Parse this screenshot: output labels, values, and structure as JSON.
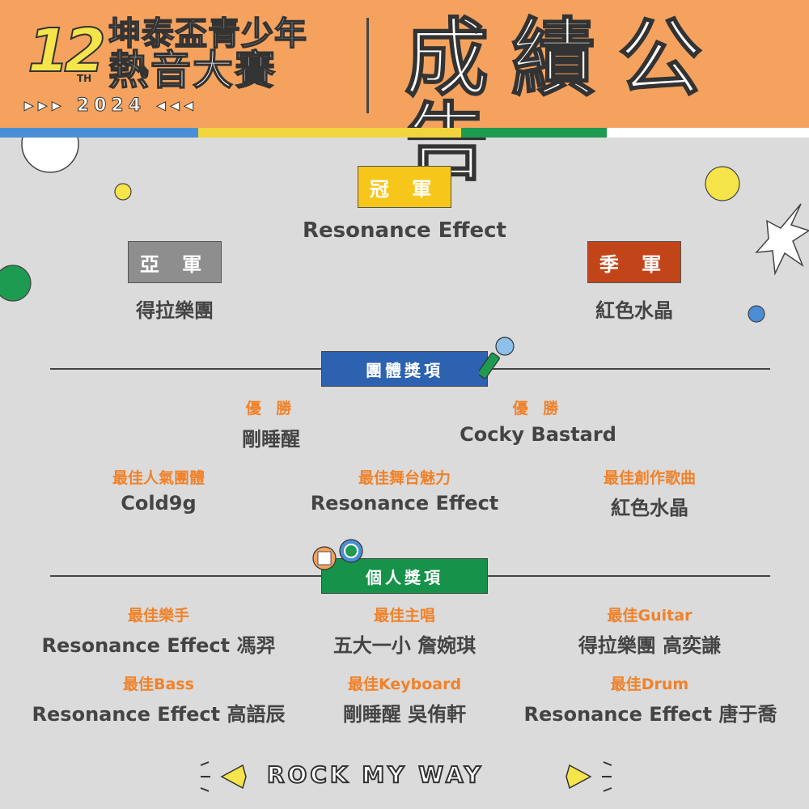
{
  "header": {
    "logo_number": "12",
    "logo_suffix": "TH",
    "logo_line1": "坤泰盃青少年",
    "logo_line2": "熱音大賽",
    "logo_year": "▸▸▸ 2024 ◂◂◂",
    "title": "成績公告"
  },
  "podium": {
    "champion": {
      "label": "冠 軍",
      "name": "Resonance Effect"
    },
    "runner_up": {
      "label": "亞 軍",
      "name": "得拉樂團"
    },
    "third": {
      "label": "季 軍",
      "name": "紅色水晶"
    }
  },
  "group_awards": {
    "section_label": "團體獎項",
    "merit": [
      {
        "label": "優 勝",
        "name": "剛睡醒"
      },
      {
        "label": "優 勝",
        "name": "Cocky Bastard"
      }
    ],
    "items": [
      {
        "label": "最佳人氣團體",
        "name": "Cold9g"
      },
      {
        "label": "最佳舞台魅力",
        "name": "Resonance Effect"
      },
      {
        "label": "最佳創作歌曲",
        "name": "紅色水晶"
      }
    ]
  },
  "individual_awards": {
    "section_label": "個人獎項",
    "items": [
      {
        "label": "最佳樂手",
        "name": "Resonance Effect 馮羿"
      },
      {
        "label": "最佳主唱",
        "name": "五大一小 詹婉琪"
      },
      {
        "label": "最佳Guitar",
        "name": "得拉樂團 高奕謙"
      },
      {
        "label": "最佳Bass",
        "name": "Resonance Effect 高語辰"
      },
      {
        "label": "最佳Keyboard",
        "name": "剛睡醒 吳侑軒"
      },
      {
        "label": "最佳Drum",
        "name": "Resonance Effect 唐于喬"
      }
    ]
  },
  "footer": {
    "slogan": "ROCK MY WAY"
  },
  "colors": {
    "header_bg": "#f4a25e",
    "champion": "#f7c61b",
    "runner_up": "#8e8e8e",
    "third": "#c2451a",
    "group_section": "#2c62b0",
    "individual_section": "#16924a",
    "award_text": "#f0822a"
  }
}
